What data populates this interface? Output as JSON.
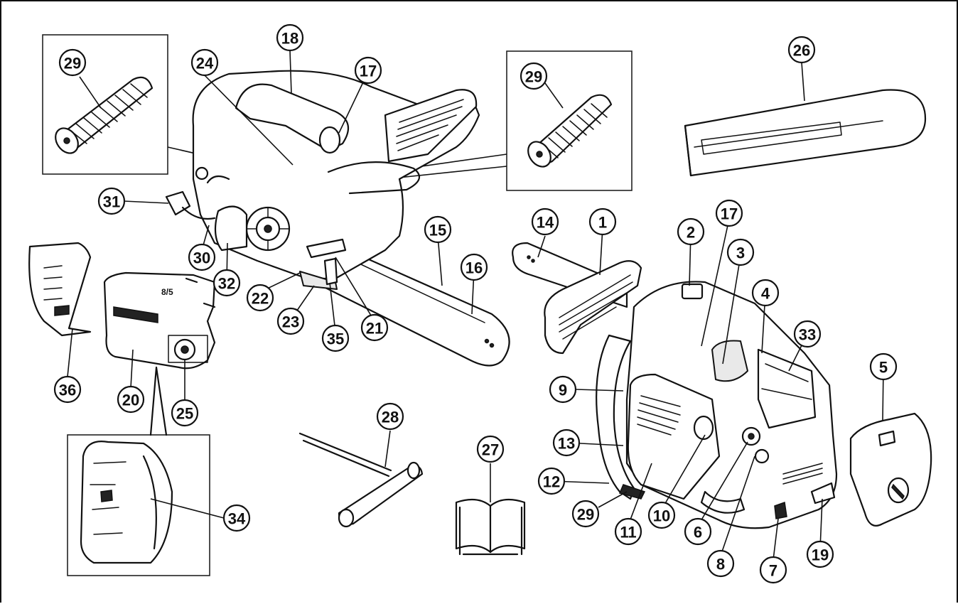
{
  "callouts": {
    "c1": "1",
    "c2": "2",
    "c3": "3",
    "c4": "4",
    "c5": "5",
    "c6": "6",
    "c7": "7",
    "c8": "8",
    "c9": "9",
    "c10": "10",
    "c11": "11",
    "c12": "12",
    "c13": "13",
    "c14": "14",
    "c15": "15",
    "c16": "16",
    "c17a": "17",
    "c17b": "17",
    "c18": "18",
    "c19": "19",
    "c20": "20",
    "c21": "21",
    "c22": "22",
    "c23": "23",
    "c24": "24",
    "c25": "25",
    "c26": "26",
    "c27": "27",
    "c28": "28",
    "c29a": "29",
    "c29b": "29",
    "c29c": "29",
    "c30": "30",
    "c31": "31",
    "c32": "32",
    "c33": "33",
    "c34": "34",
    "c35": "35",
    "c36": "36"
  },
  "labels": {
    "cover_badge": "8/5"
  },
  "colors": {
    "line": "#111111",
    "background": "#ffffff"
  }
}
